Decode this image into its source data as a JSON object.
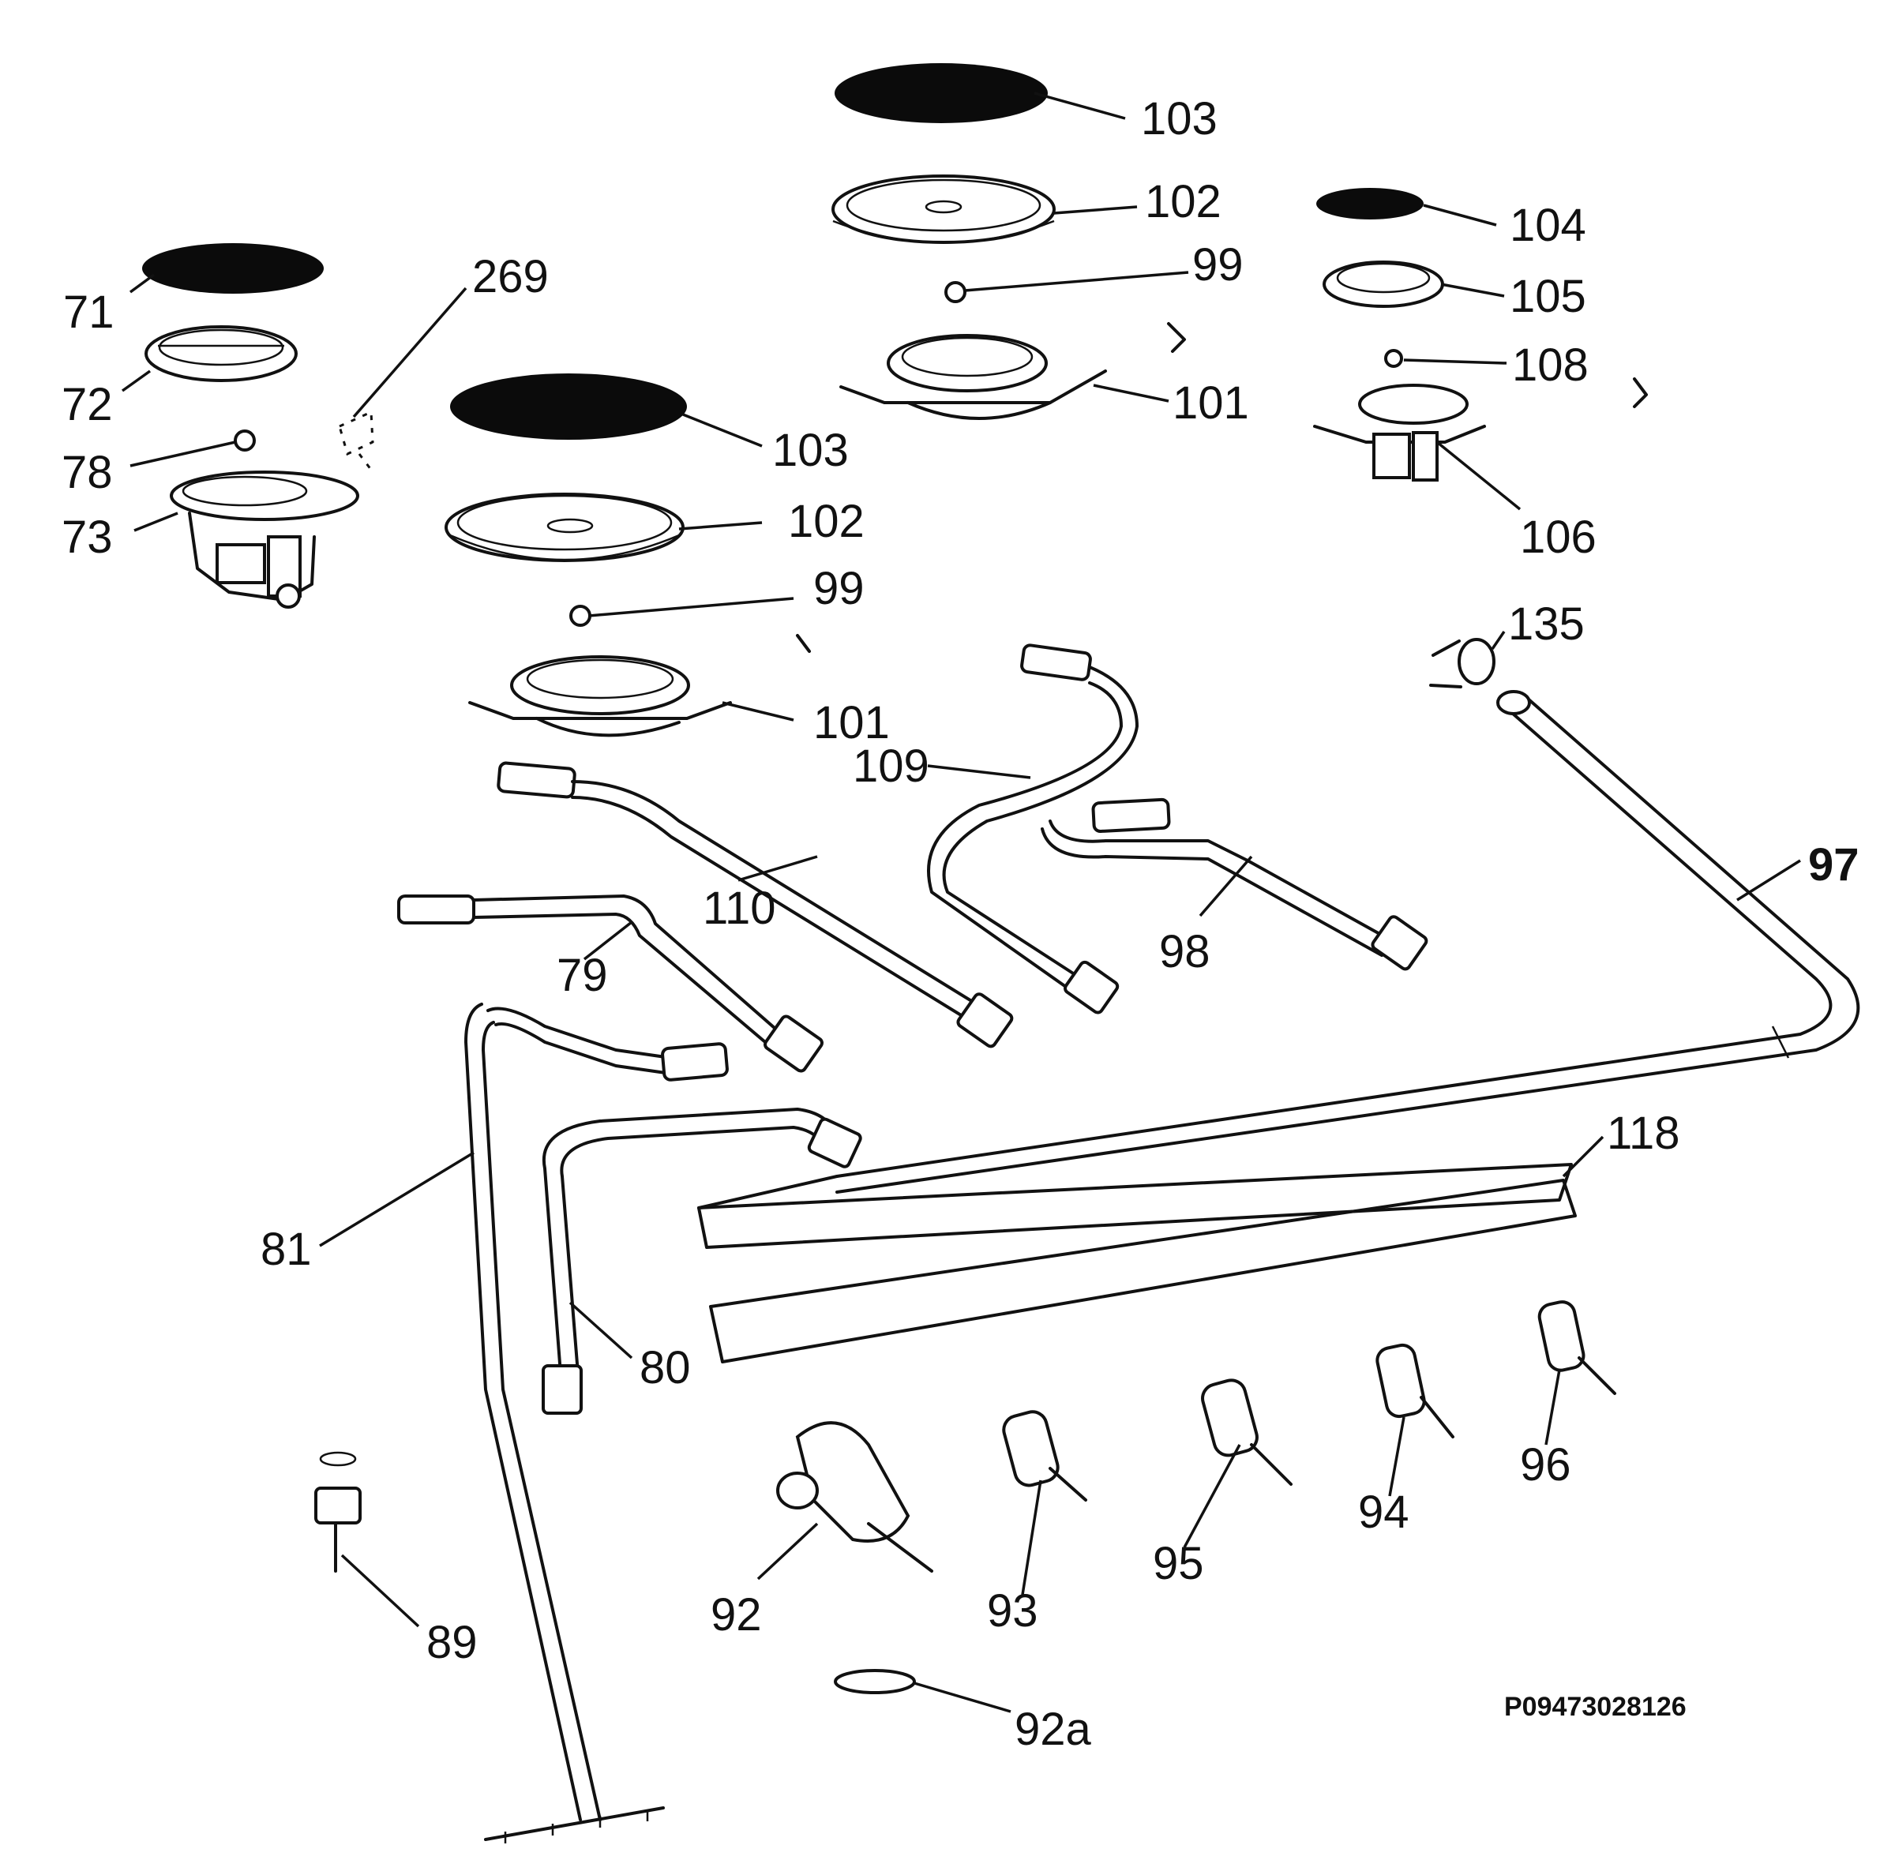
{
  "labels": {
    "l71": "71",
    "l72": "72",
    "l78": "78",
    "l73": "73",
    "l269": "269",
    "l103a": "103",
    "l102a": "102",
    "l99a": "99",
    "l101a": "101",
    "l103b": "103",
    "l102b": "102",
    "l99b": "99",
    "l101b": "101",
    "l104": "104",
    "l105": "105",
    "l108": "108",
    "l106": "106",
    "l135": "135",
    "l109": "109",
    "l110": "110",
    "l97": "97",
    "l98": "98",
    "l79": "79",
    "l118": "118",
    "l81": "81",
    "l80": "80",
    "l89": "89",
    "l92": "92",
    "l93": "93",
    "l95": "95",
    "l94": "94",
    "l96": "96",
    "l92a": "92a"
  },
  "reference": "P09473028126"
}
